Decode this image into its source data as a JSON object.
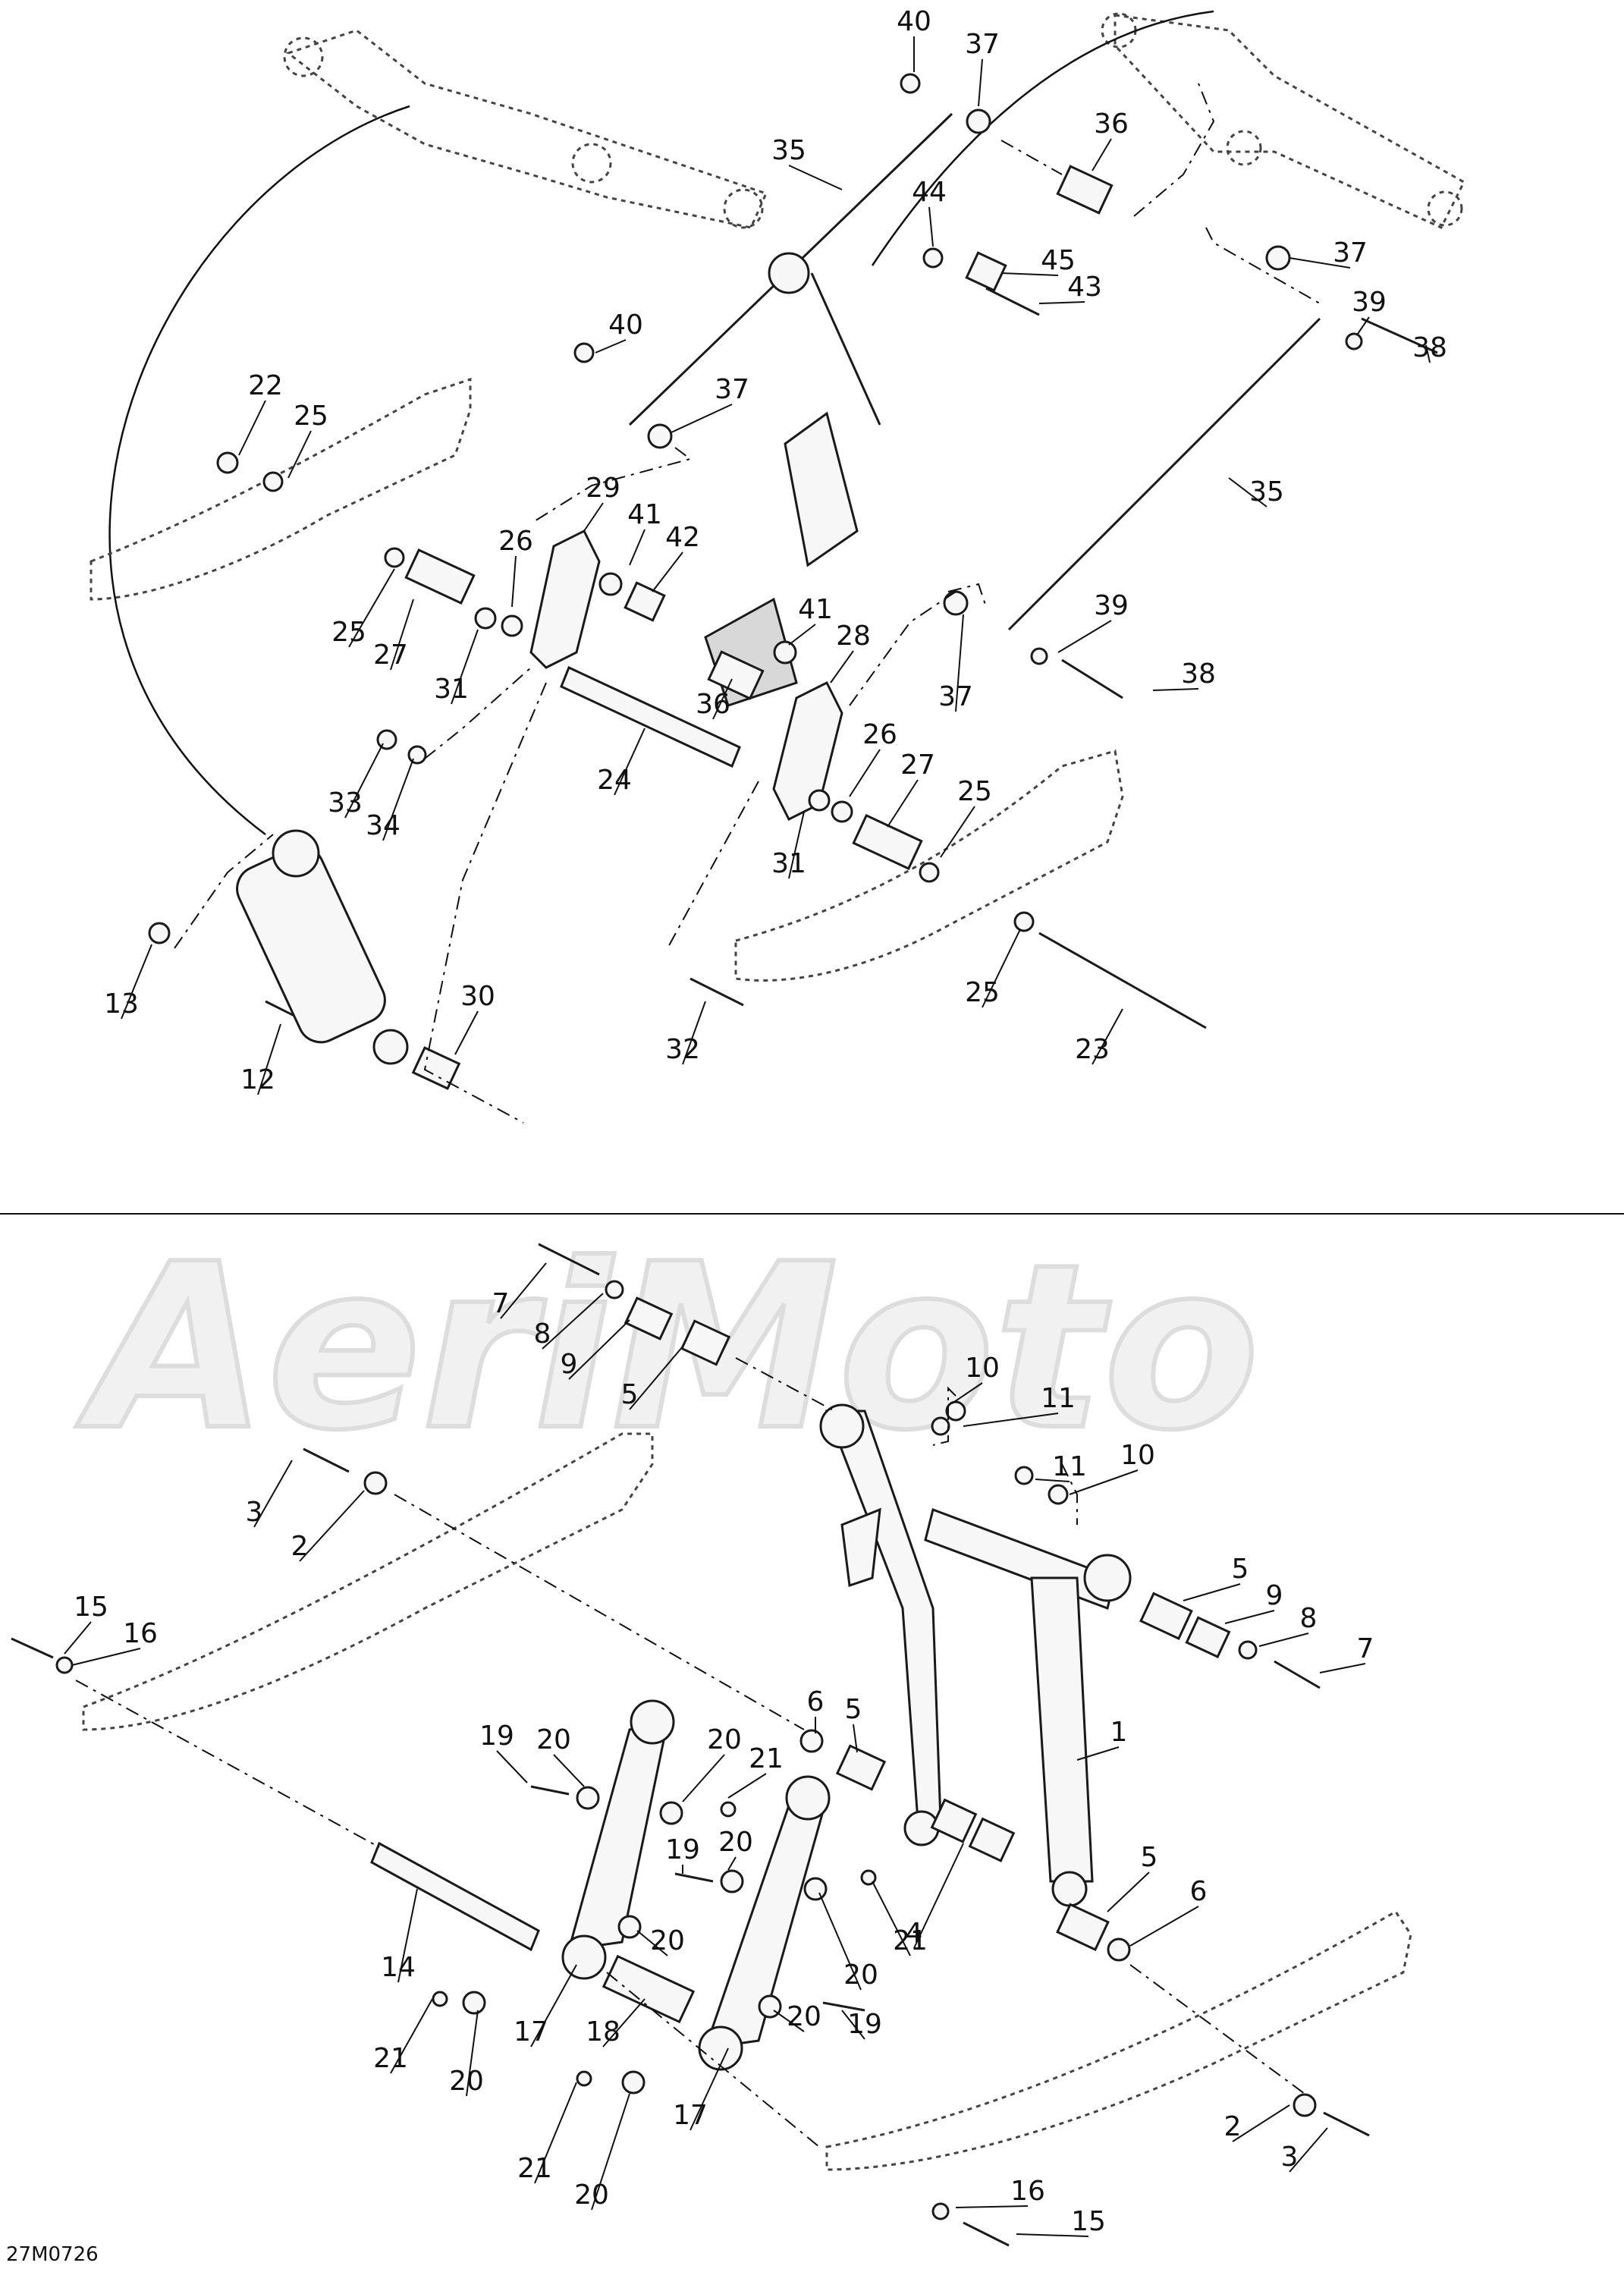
{
  "diagram": {
    "drawing_code": "27M0726",
    "watermark_text": "AeriMoto",
    "front_arm_labels": [
      "40",
      "37",
      "36",
      "37",
      "39",
      "38",
      "35",
      "44",
      "45",
      "43",
      "40",
      "37",
      "35",
      "22",
      "25",
      "29",
      "41",
      "42",
      "26",
      "25",
      "27",
      "31",
      "39",
      "38",
      "37",
      "41",
      "28",
      "36",
      "26",
      "27",
      "25",
      "33",
      "34",
      "24",
      "31",
      "13",
      "12",
      "30",
      "32",
      "25",
      "23"
    ],
    "rear_arm_labels": [
      "7",
      "8",
      "9",
      "5",
      "10",
      "11",
      "11",
      "10",
      "3",
      "2",
      "5",
      "9",
      "8",
      "7",
      "15",
      "16",
      "6",
      "5",
      "1",
      "19",
      "20",
      "20",
      "21",
      "19",
      "20",
      "5",
      "6",
      "4",
      "14",
      "20",
      "21",
      "20",
      "17",
      "18",
      "20",
      "19",
      "21",
      "20",
      "17",
      "2",
      "3",
      "21",
      "20",
      "16",
      "15"
    ]
  }
}
